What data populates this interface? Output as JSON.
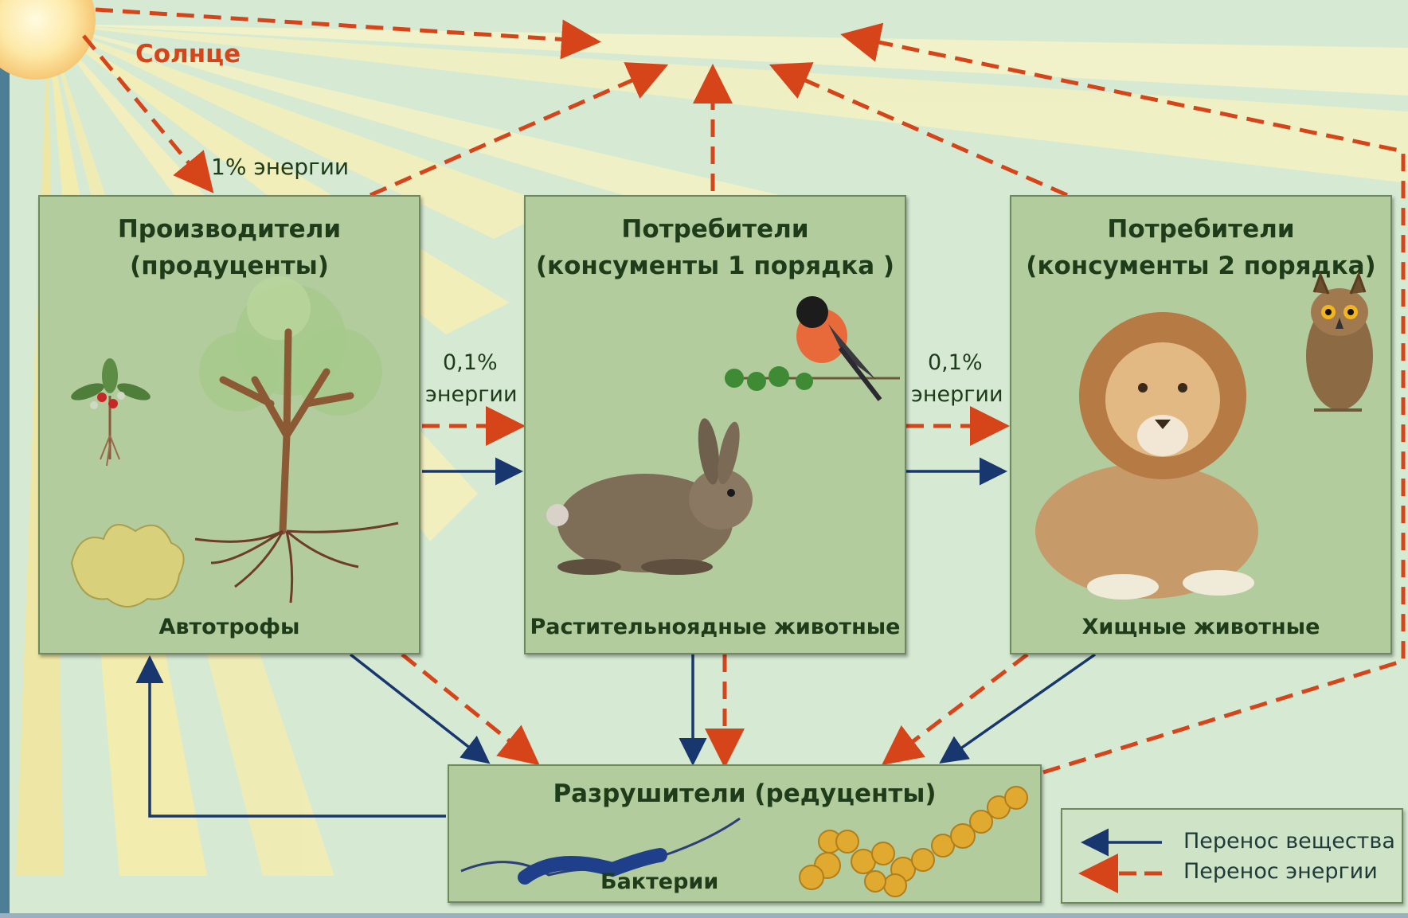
{
  "sun": {
    "label": "Солнце",
    "energy_label": "1% энергии"
  },
  "producers": {
    "title_line1": "Производители",
    "title_line2": "(продуценты)",
    "caption": "Автотрофы"
  },
  "consumers1": {
    "title_line1": "Потребители",
    "title_line2": "(консументы 1 порядка )",
    "caption": "Растительноядные животные"
  },
  "consumers2": {
    "title_line1": "Потребители",
    "title_line2": "(консументы 2 порядка)",
    "caption": "Хищные животные"
  },
  "decomposers": {
    "title": "Разрушители (редуценты)",
    "caption": "Бактерии"
  },
  "transfer_labels": {
    "producers_to_consumers1": {
      "line1": "0,1%",
      "line2": "энергии"
    },
    "consumers1_to_consumers2": {
      "line1": "0,1%",
      "line2": "энергии"
    }
  },
  "legend": {
    "matter": "Перенос вещества",
    "energy": "Перенос энергии"
  },
  "colors": {
    "matter_arrow": "#17376e",
    "energy_arrow": "#d6441a",
    "box_fill": "#b3cc9e",
    "sun": "#fbd98c"
  }
}
